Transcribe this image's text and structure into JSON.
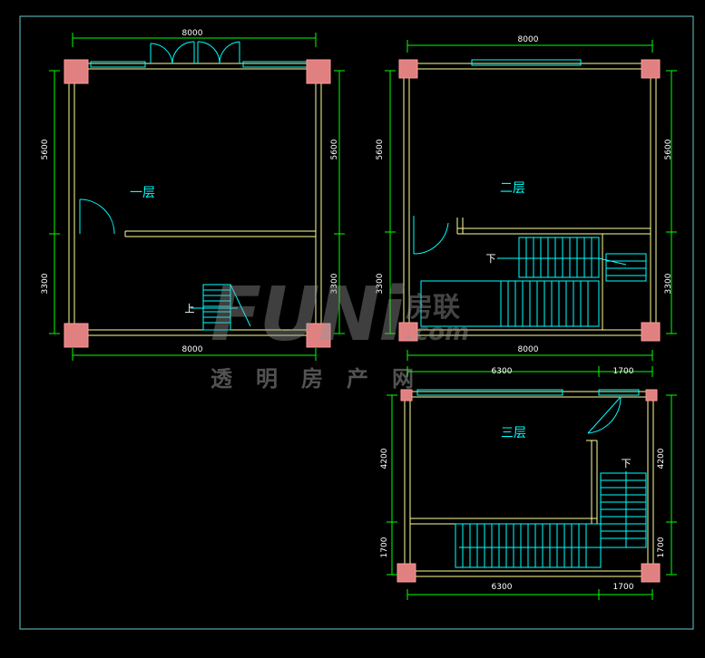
{
  "plans": {
    "floor1": {
      "name": "一层",
      "dim_top": "8000",
      "dim_bottom": "8000",
      "dim_left_upper": "5600",
      "dim_left_lower": "3300",
      "dim_right_upper": "5600",
      "dim_right_lower": "3300",
      "stair_label": "上"
    },
    "floor2": {
      "name": "二层",
      "dim_top": "8000",
      "dim_bottom": "8000",
      "dim_left_upper": "5600",
      "dim_left_lower": "3300",
      "dim_right_upper": "5600",
      "dim_right_lower": "3300",
      "stair_label": "下"
    },
    "floor3": {
      "name": "三层",
      "dim_top_left": "6300",
      "dim_top_right": "1700",
      "dim_bottom_left": "6300",
      "dim_bottom_right": "1700",
      "dim_left_upper": "4200",
      "dim_left_lower": "1700",
      "dim_right_upper": "4200",
      "dim_right_lower": "1700",
      "stair_label": "下"
    }
  },
  "watermark": {
    "brand": "FUNi",
    "brand_cn": "房联",
    "domain": ".com",
    "tagline": "透明房产网"
  },
  "colors": {
    "background": "#000000",
    "wall": "#ffff99",
    "dimension": "#00ff00",
    "annotation": "#00ffff",
    "column": "#e08080",
    "border": "#66cccc"
  }
}
